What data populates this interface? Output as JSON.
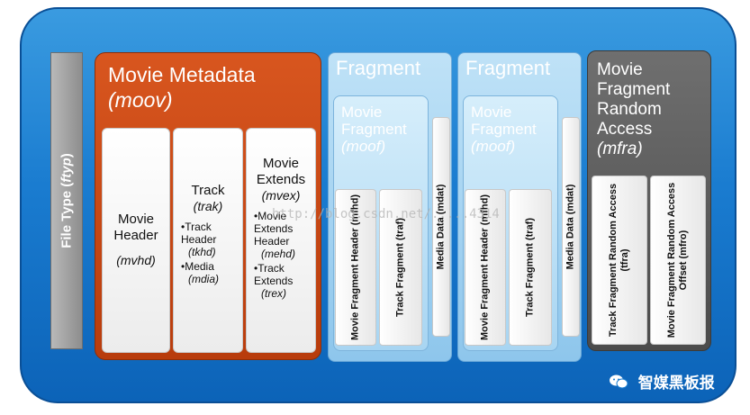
{
  "file_type": {
    "label": "File Type",
    "code": "ftyp"
  },
  "moov": {
    "title": "Movie Metadata",
    "code": "(moov)",
    "movie_header": {
      "label": "Movie Header",
      "code": "(mvhd)"
    },
    "track": {
      "label": "Track",
      "code": "(trak)",
      "items": [
        {
          "label": "•Track Header",
          "code": "(tkhd)"
        },
        {
          "label": "•Media",
          "code": "(mdia)"
        }
      ]
    },
    "movie_extends": {
      "label": "Movie Extends",
      "code": "(mvex)",
      "items": [
        {
          "label": "•Movie Extends Header",
          "code": "(mehd)"
        },
        {
          "label": "•Track Extends",
          "code": "(trex)"
        }
      ]
    }
  },
  "fragments": [
    {
      "title": "Fragment",
      "moof_title": "Movie Fragment",
      "moof_code": "(moof)",
      "mfhd": "Movie Fragment Header (mfhd)",
      "traf": "Track Fragment (traf)",
      "mdat": "Media Data (mdat)"
    },
    {
      "title": "Fragment",
      "moof_title": "Movie Fragment",
      "moof_code": "(moof)",
      "mfhd": "Movie Fragment Header (mfhd)",
      "traf": "Track Fragment (traf)",
      "mdat": "Media Data (mdat)"
    }
  ],
  "mfra": {
    "title": "Movie Fragment Random Access",
    "code": "(mfra)",
    "tfra": "Track Fragment Random Access (tfra)",
    "mfro": "Movie Fragment Random Access Offset (mfro)"
  },
  "watermark": "http://blog.csdn.net/.....4314",
  "brand": "智媒黑板报",
  "colors": {
    "outer": "#1a7cd0",
    "moov": "#c8470f",
    "fragment": "#a6d4f0",
    "mfra": "#5a5a5a",
    "ftyp": "#a3a3a3"
  }
}
